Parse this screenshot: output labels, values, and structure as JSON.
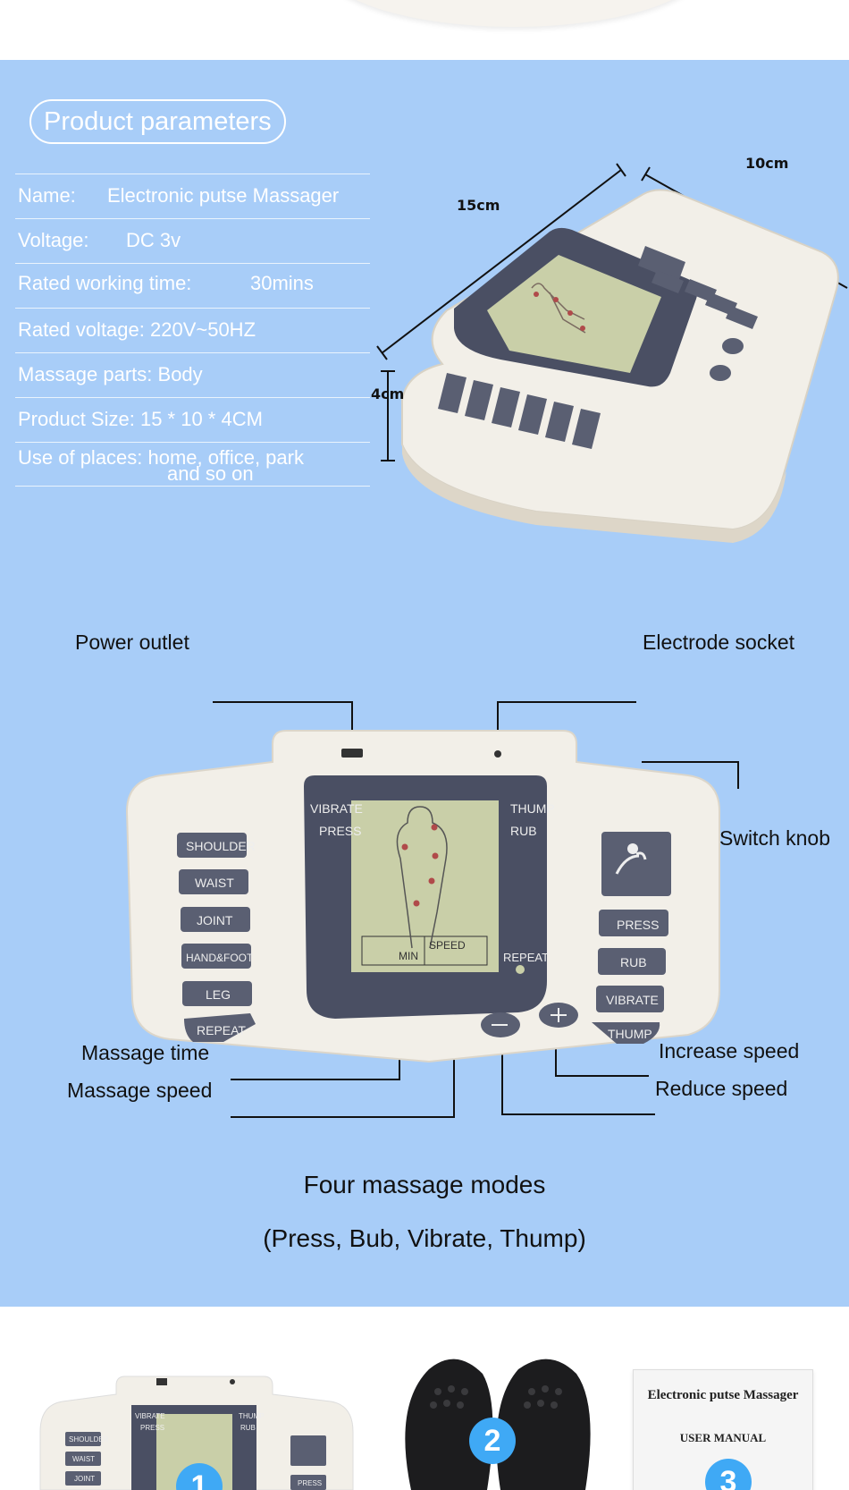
{
  "parameters": {
    "title": "Product parameters",
    "rows": [
      {
        "label": "Name:",
        "value": "Electronic putse Massager"
      },
      {
        "label": "Voltage:",
        "value": "DC 3v"
      },
      {
        "label": "Rated working time:",
        "value": "30mins"
      },
      {
        "label": "Rated voltage: 220V~50HZ",
        "value": ""
      },
      {
        "label": "Massage parts: Body",
        "value": ""
      },
      {
        "label": "Product Size: 15 * 10 * 4CM",
        "value": ""
      },
      {
        "label": "Use of places: home, office, park",
        "value": "and so on"
      }
    ]
  },
  "dimensions": {
    "length": "15cm",
    "width": "10cm",
    "height": "4cm"
  },
  "device_labels": {
    "top_left": [
      "VIBRATE",
      "PRESS"
    ],
    "top_right": [
      "THUMP",
      "RUB"
    ],
    "left_buttons": [
      "SHOULDER",
      "WAIST",
      "JOINT",
      "HAND&FOOT",
      "LEG",
      "REPEAT"
    ],
    "right_buttons": [
      "PRESS",
      "RUB",
      "VIBRATE",
      "THUMP"
    ],
    "screen_min": "MIN",
    "screen_speed": "SPEED",
    "repeat": "REPEAT"
  },
  "callouts": {
    "power_outlet": "Power outlet",
    "electrode_socket": "Electrode socket",
    "switch_knob": "Switch knob",
    "massage_time": "Massage time",
    "massage_speed": "Massage speed",
    "increase_speed": "Increase speed",
    "reduce_speed": "Reduce speed"
  },
  "modes": {
    "line1": "Four massage modes",
    "line2": "(Press, Bub, Vibrate, Thump)"
  },
  "gallery": {
    "badges": [
      "1",
      "2",
      "3"
    ],
    "manual_title": "Electronic putse Massager",
    "manual_subtitle": "USER MANUAL"
  },
  "colors": {
    "background_blue": "#a8cdf8",
    "device_body": "#f2efe8",
    "device_panel": "#4a4f63",
    "lcd": "#c9cfa8",
    "badge": "#3fa9f5"
  }
}
